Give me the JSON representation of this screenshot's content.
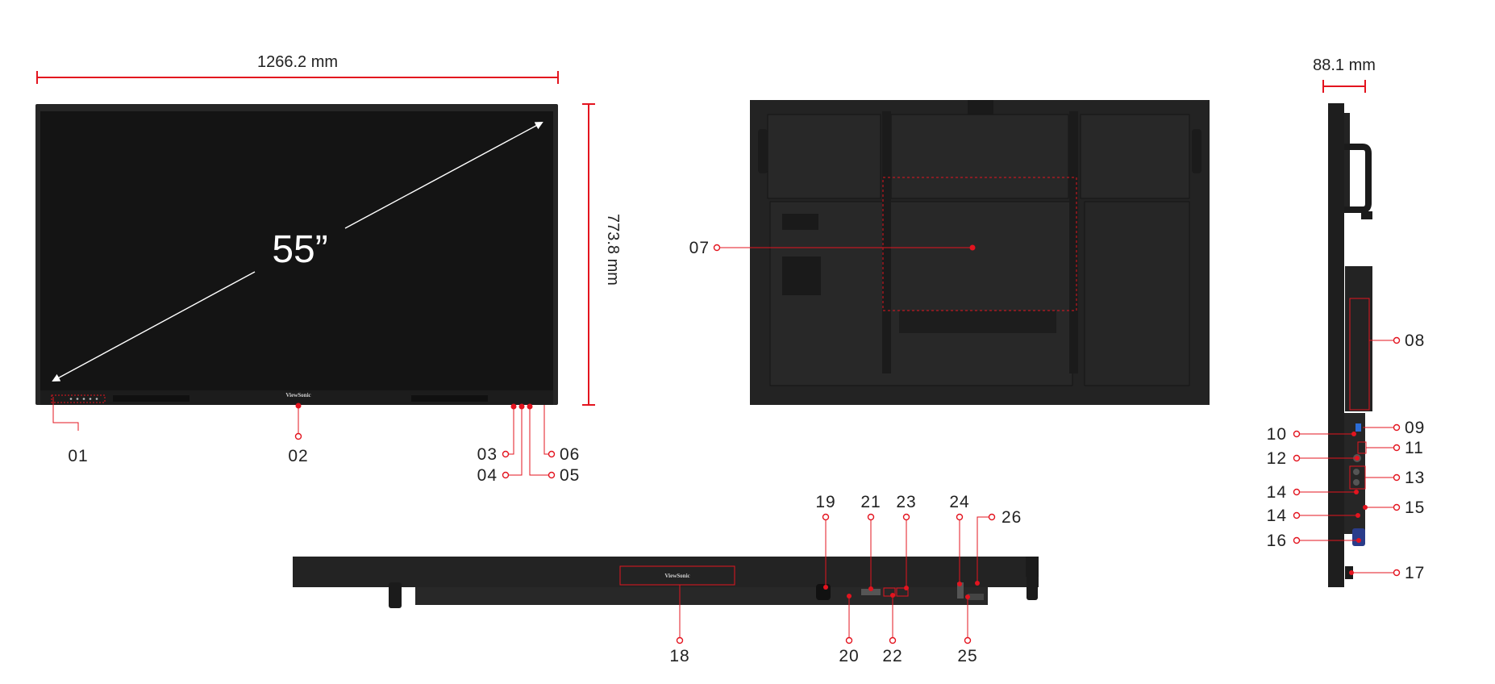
{
  "dimensions": {
    "width": "1266.2 mm",
    "height": "773.8 mm",
    "depth": "88.1 mm",
    "diagonal": "55”"
  },
  "brand": "ViewSonic",
  "callouts": [
    "01",
    "02",
    "03",
    "04",
    "05",
    "06",
    "07",
    "08",
    "09",
    "10",
    "11",
    "12",
    "13",
    "14",
    "14",
    "15",
    "16",
    "17",
    "18",
    "19",
    "20",
    "21",
    "22",
    "23",
    "24",
    "25",
    "26"
  ],
  "colors": {
    "accent": "#e3141f",
    "panel": "#141414",
    "bezel": "#262626",
    "chassis": "#232323"
  }
}
